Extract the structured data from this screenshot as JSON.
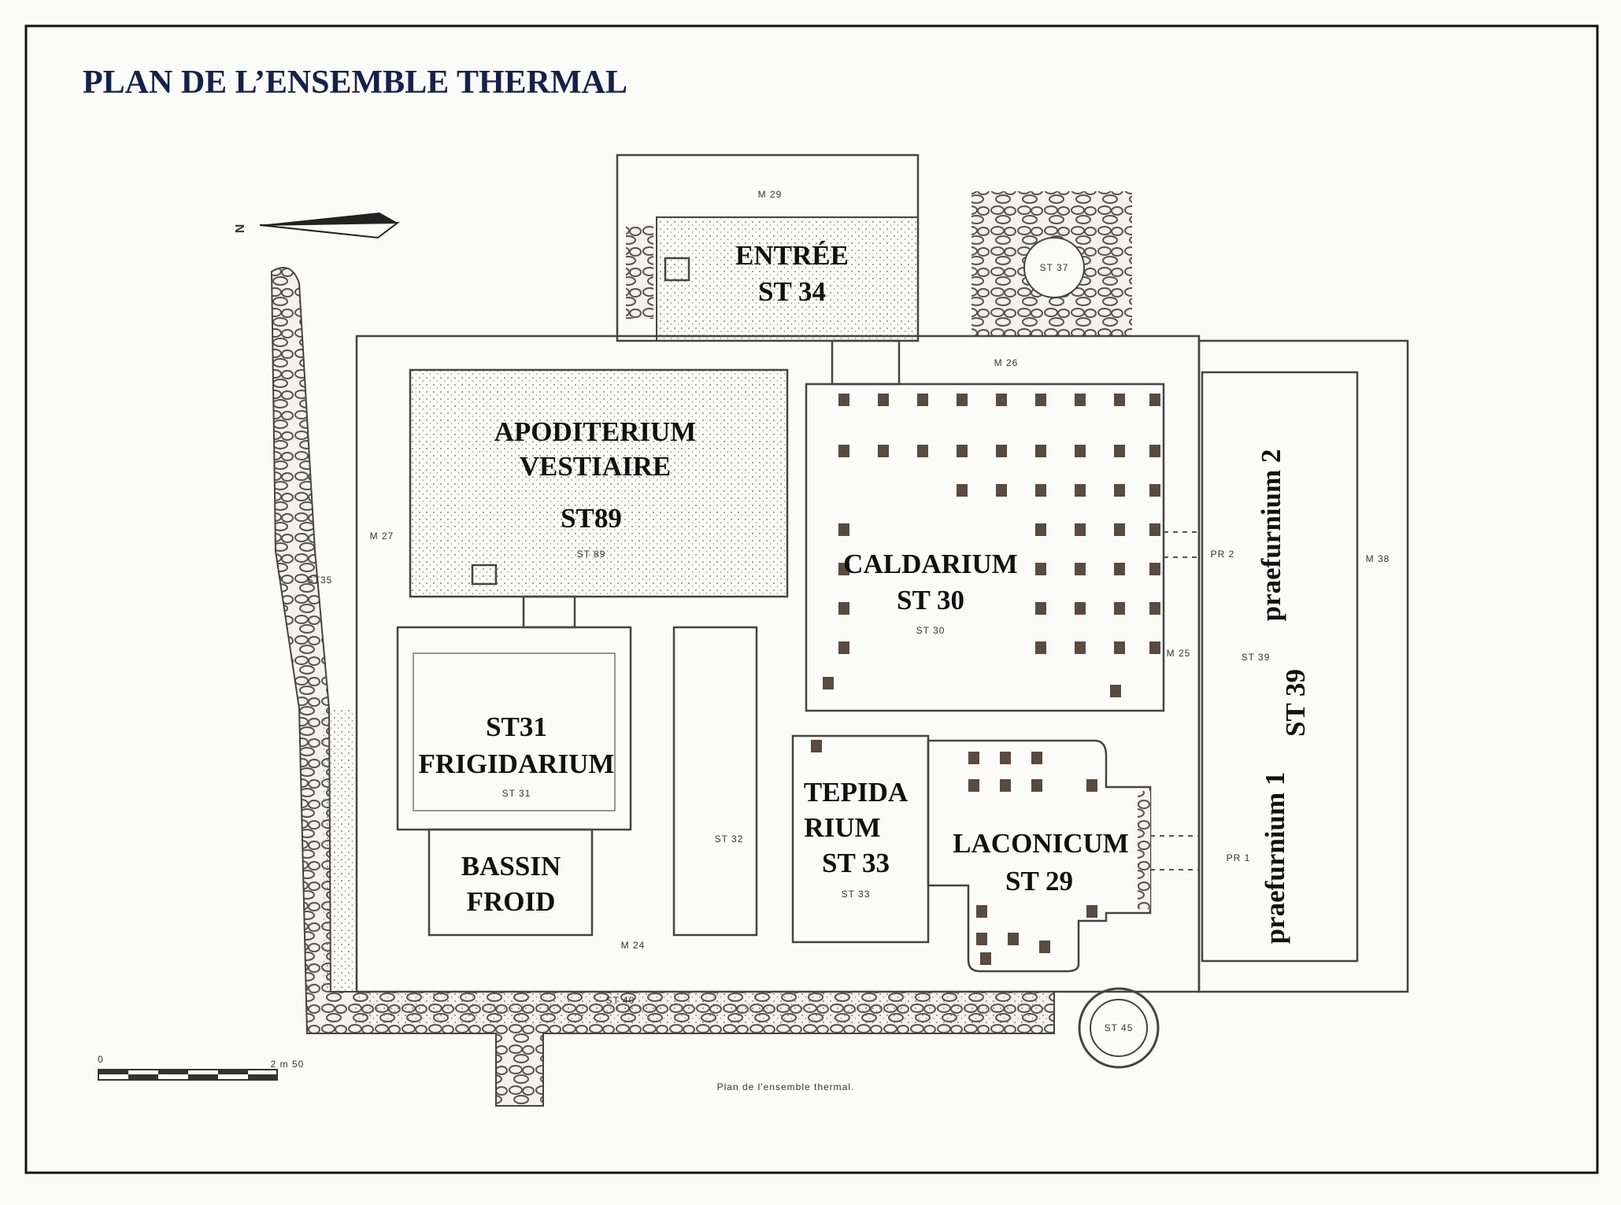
{
  "title": "PLAN DE L’ENSEMBLE THERMAL",
  "caption": "Plan de l'ensemble thermal.",
  "scale": {
    "start": "0",
    "end": "2 m 50"
  },
  "north": "N",
  "rooms": {
    "entree": [
      "ENTRÉE",
      "ST 34"
    ],
    "apoditerium": [
      "APODITERIUM",
      "VESTIAIRE",
      "ST89"
    ],
    "caldarium": [
      "CALDARIUM",
      "ST 30"
    ],
    "frigidarium": [
      "ST31",
      "FRIGIDARIUM"
    ],
    "bassin": [
      "BASSIN",
      "FROID"
    ],
    "tepidarium": [
      "TEPIDA",
      "RIUM",
      "ST 33"
    ],
    "laconicum": [
      "LACONICUM",
      "ST 29"
    ],
    "praefurnium2": "praefurnium 2",
    "st39": "ST 39",
    "praefurnium1": "praefurnium 1"
  },
  "small_labels": {
    "m29": "M 29",
    "m26": "M 26",
    "m27": "M 27",
    "st35": "ST35",
    "pr2": "PR 2",
    "m38": "M 38",
    "m25": "M 25",
    "st39": "ST 39",
    "st32": "ST 32",
    "pr1": "PR 1",
    "m24": "M 24",
    "st40": "ST 40",
    "st37": "ST 37",
    "st45": "ST 45",
    "st89": "ST 89",
    "st30": "ST 30",
    "st31": "ST 31",
    "st33": "ST 33"
  }
}
